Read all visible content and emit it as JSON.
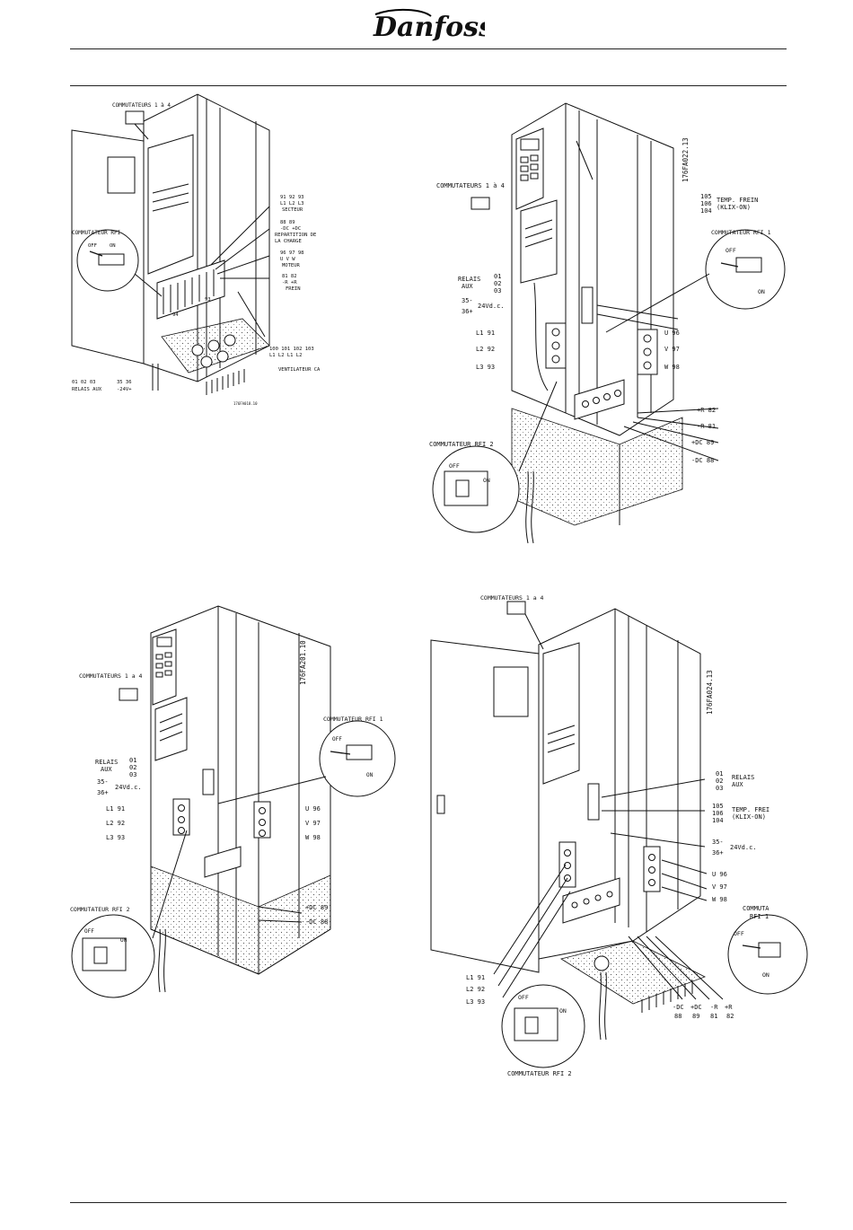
{
  "header": {
    "logo_text": "Danfoss"
  },
  "figures": {
    "top_left": {
      "id_code": "176FA018.10",
      "labels": {
        "commutateurs": "COMMUTATEURS 1 à 4",
        "rfi": "COMMUTATEUR RFI",
        "off": "OFF",
        "on": "ON",
        "secteur_nums": "91 92 93",
        "secteur_codes": "L1 L2 L3",
        "secteur": "SECTEUR",
        "charge_nums": "88 89",
        "charge_codes": "-DC +DC",
        "charge1": "REPARTITION DE",
        "charge2": "LA CHARGE",
        "moteur_nums": "96 97 98",
        "moteur_codes": "U V W",
        "moteur": "MOTEUR",
        "frein_nums": "81 82",
        "frein_codes": "-R +R",
        "frein": "FREIN",
        "t93": "93",
        "t94": "94",
        "relais_nums": "01 02 03",
        "relais": "RELAIS AUX",
        "v24_nums": "35 36",
        "v24": "-24V+",
        "vent_nums": "100 101 102 103",
        "vent_codes": "L1 L2 L1 L2",
        "vent": "VENTILATEUR CA"
      }
    },
    "top_right": {
      "id_code": "176FA022.13",
      "labels": {
        "commutateurs": "COMMUTATEURS 1 à 4",
        "t105": "105",
        "t106": "106",
        "t104": "104",
        "temp_frein": "TEMP. FREIN",
        "klix": "(KLIX-ON)",
        "rfi1": "COMMUTATEUR RFI 1",
        "off": "OFF",
        "on": "ON",
        "relais1": "RELAIS",
        "relais2": "AUX",
        "r01": "01",
        "r02": "02",
        "r03": "03",
        "t35": "35-",
        "t36": "36+",
        "v24": "24Vd.c.",
        "l1": "L1 91",
        "l2": "L2 92",
        "l3": "L3 93",
        "u": "U 96",
        "v": "V 97",
        "w": "W 98",
        "r82": "+R 82",
        "r81": "-R 81",
        "dc89": "+DC 89",
        "dc88": "-DC 88",
        "rfi2": "COMMUTATEUR RFI 2"
      }
    },
    "bottom_left": {
      "id_code": "176FA201.10",
      "labels": {
        "commutateurs": "COMMUTATEURS 1 a 4",
        "rfi1": "COMMUTATEUR RFI 1",
        "off": "OFF",
        "on": "ON",
        "relais1": "RELAIS",
        "relais2": "AUX",
        "r01": "01",
        "r02": "02",
        "r03": "03",
        "t35": "35-",
        "t36": "36+",
        "v24": "24Vd.c.",
        "l1": "L1 91",
        "l2": "L2 92",
        "l3": "L3 93",
        "u": "U 96",
        "v": "V 97",
        "w": "W 98",
        "dc89": "+DC 89",
        "dc88": "-DC 88",
        "rfi2": "COMMUTATEUR RFI 2"
      }
    },
    "bottom_right": {
      "id_code": "176FA024.13",
      "labels": {
        "commutateurs": "COMMUTATEURS 1 a 4",
        "r01": "01",
        "r02": "02",
        "r03": "03",
        "relais1": "RELAIS",
        "relais2": "AUX",
        "t105": "105",
        "t106": "106",
        "t104": "104",
        "temp_frein": "TEMP. FREI",
        "klix": "(KLIX-ON)",
        "t35": "35-",
        "t36": "36+",
        "v24": "24Vd.c.",
        "u": "U 96",
        "v": "V 97",
        "w": "W 98",
        "rfi1a": "COMMUTA",
        "rfi1b": "RFI 1",
        "l1": "L1 91",
        "l2": "L2 92",
        "l3": "L3 93",
        "dcm": "-DC",
        "dcp": "+DC",
        "rm": "-R",
        "rp": "+R",
        "n88": "88",
        "n89": "89",
        "n81": "81",
        "n82": "82",
        "off": "OFF",
        "on": "ON",
        "rfi2": "COMMUTATEUR RFI 2"
      }
    }
  }
}
